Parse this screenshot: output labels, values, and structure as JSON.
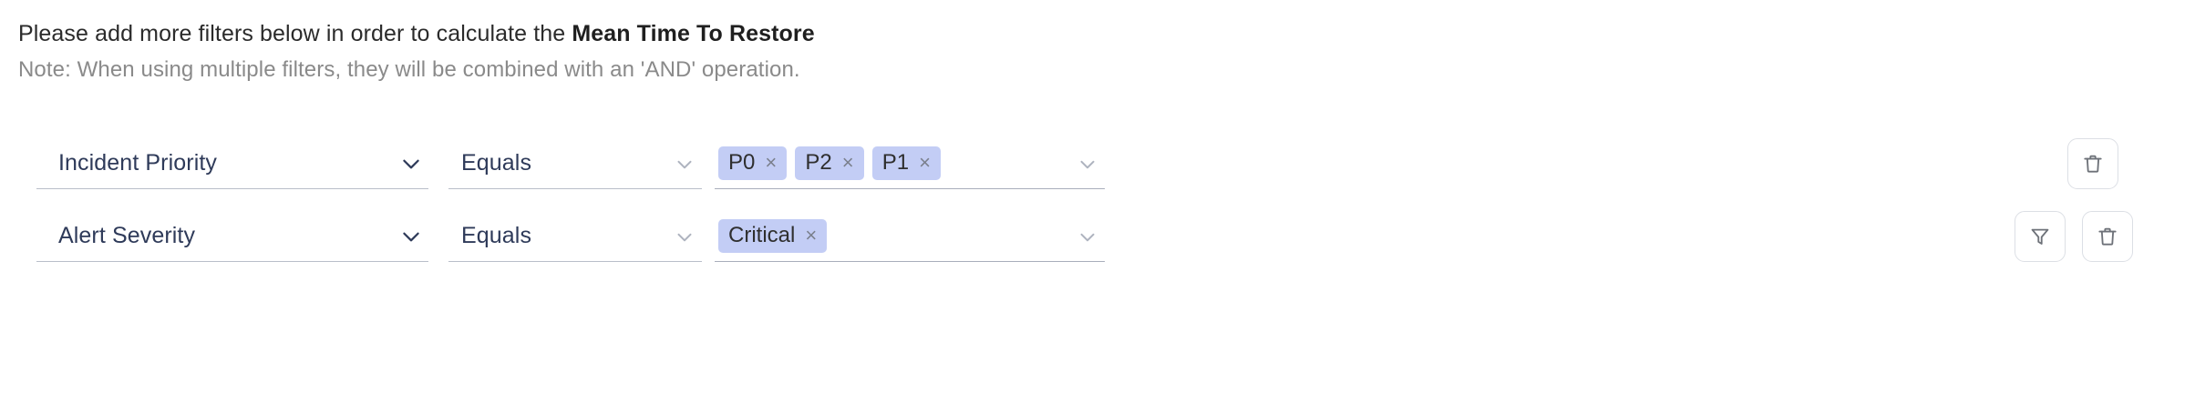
{
  "header": {
    "title_prefix": "Please add more filters below in order to calculate the ",
    "title_metric": "Mean Time To Restore",
    "note": "Note: When using multiple filters, they will be combined with an 'AND' operation."
  },
  "colors": {
    "chip_background": "#c3cdf5",
    "chip_text": "#2f2f2f",
    "field_text": "#2e3a59",
    "note_text": "#8a8a8a",
    "underline": "#b9bec9",
    "button_border": "#dcdfe5",
    "icon_stroke": "#6e7279"
  },
  "filters": [
    {
      "attribute": "Incident Priority",
      "attribute_chevron": "chevron-down-icon",
      "operator": "Equals",
      "operator_chevron": "chevron-down-icon",
      "values": [
        {
          "label": "P0",
          "remove": "×"
        },
        {
          "label": "P2",
          "remove": "×"
        },
        {
          "label": "P1",
          "remove": "×"
        }
      ],
      "values_chevron": "chevron-down-icon",
      "actions": [
        {
          "name": "delete-filter-button",
          "icon": "trash-icon"
        }
      ]
    },
    {
      "attribute": "Alert Severity",
      "attribute_chevron": "chevron-down-icon",
      "operator": "Equals",
      "operator_chevron": "chevron-down-icon",
      "values": [
        {
          "label": "Critical",
          "remove": "×"
        }
      ],
      "values_chevron": "chevron-down-icon",
      "actions": [
        {
          "name": "add-filter-button",
          "icon": "funnel-icon"
        },
        {
          "name": "delete-filter-button",
          "icon": "trash-icon"
        }
      ]
    }
  ]
}
